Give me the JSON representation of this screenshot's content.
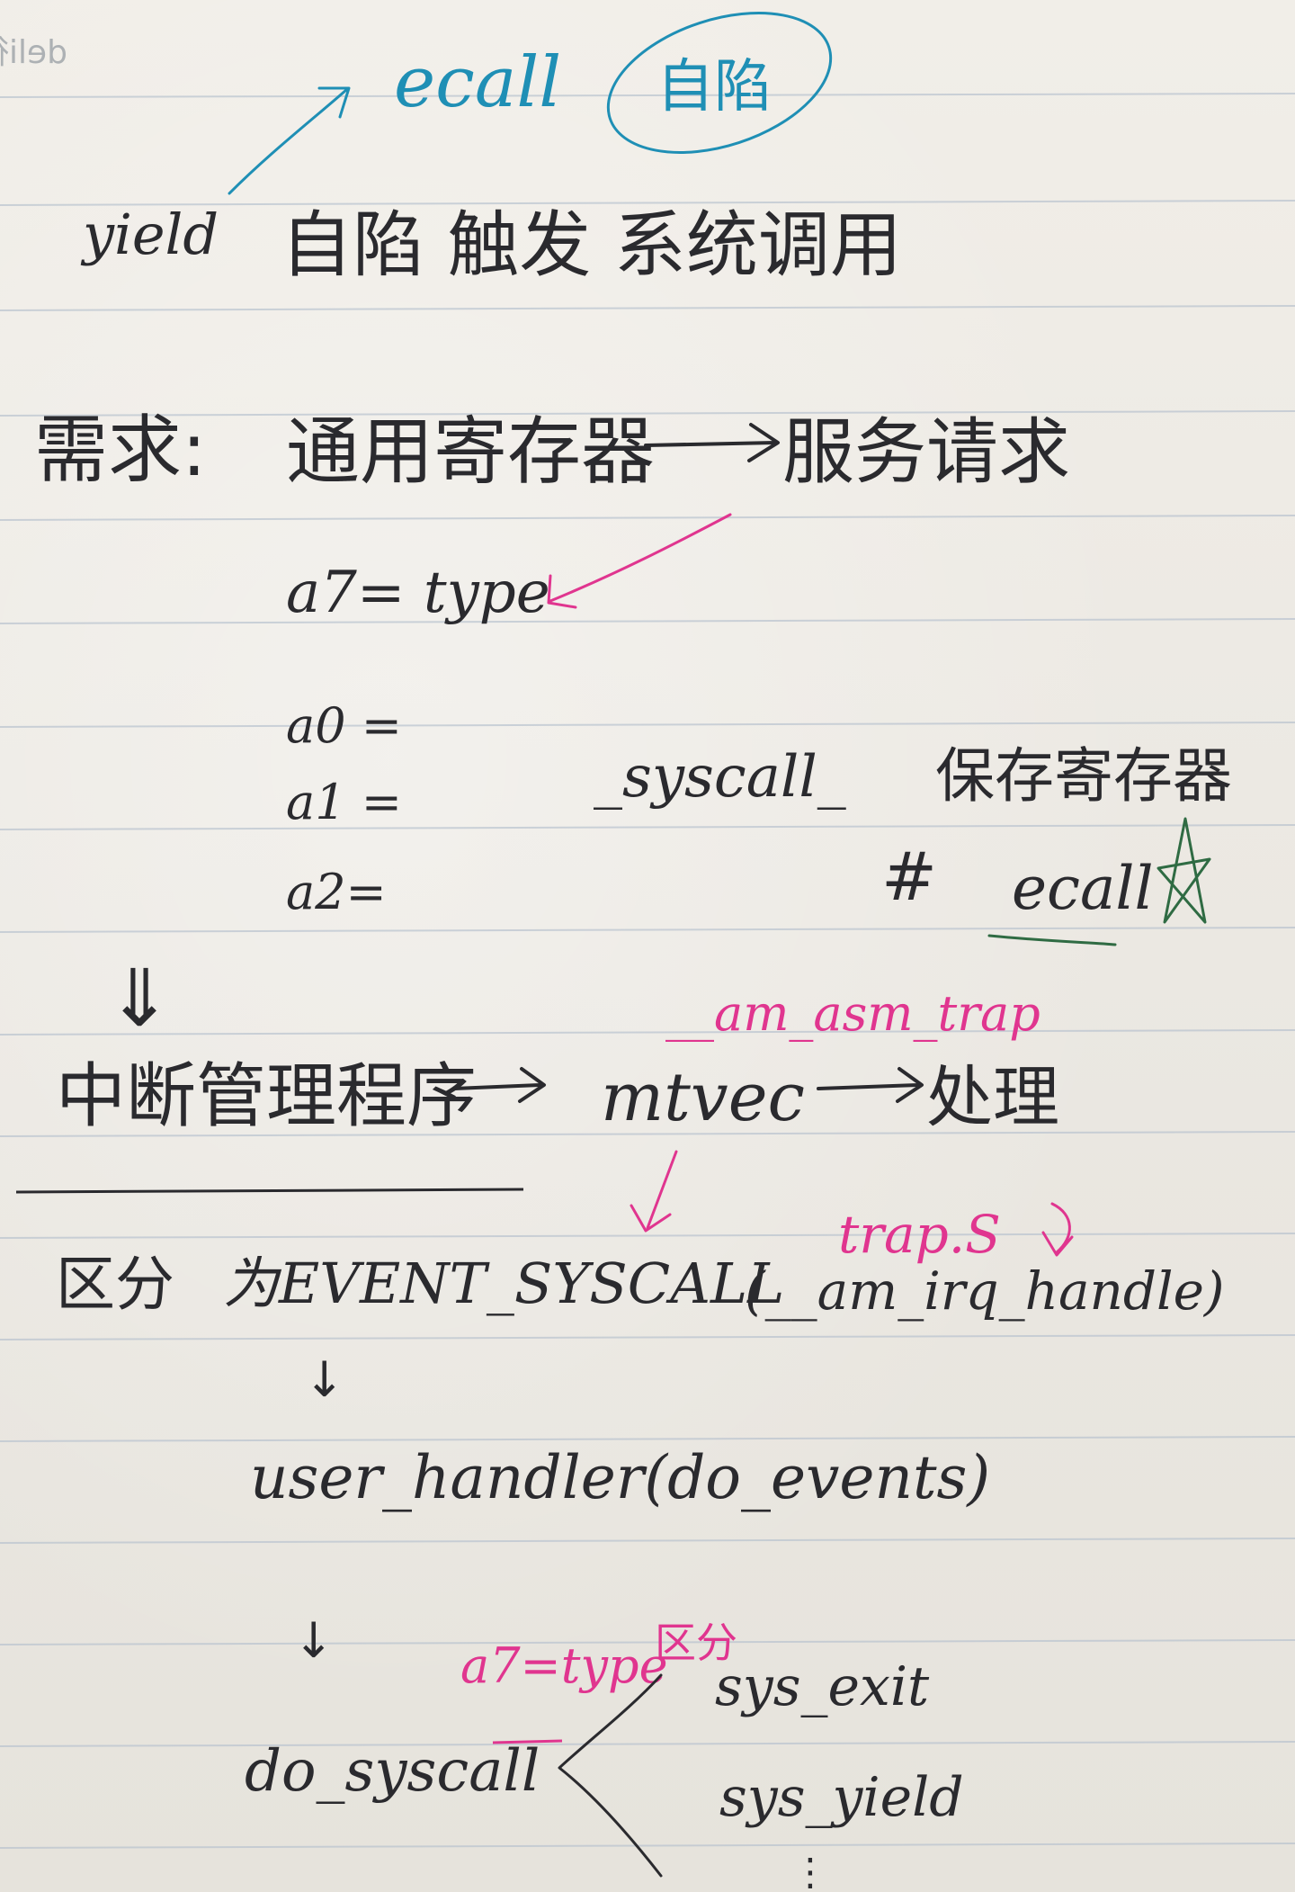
{
  "brand": "deli得力",
  "top": {
    "ecall": "ecall",
    "circle_text": "自陷",
    "yield": "yield",
    "title": "自陷 触发 系统调用"
  },
  "req": {
    "label": "需求:",
    "left": "通用寄存器",
    "right": "服务请求",
    "a7": "a7= type",
    "a0": "a0 =",
    "a1": "a1 =",
    "a2": "a2=",
    "syscall": "_syscall_",
    "save": "保存寄存器",
    "hash": "#",
    "ecall2": "ecall"
  },
  "irq": {
    "down_arrow": "⇓",
    "am_asm_trap": "__am_asm_trap",
    "handler": "中断管理程序",
    "mtvec": "mtvec",
    "process": "处理"
  },
  "dispatch": {
    "label": "区分",
    "event": "为EVENT_SYSCALL",
    "trap_s": "trap.S",
    "irq_handle": "(__am_irq_handle)",
    "user_handler": "user_handler(do_events)",
    "a7type": "a7=type",
    "distinguish": "区分",
    "do_syscall": "do_syscall",
    "sys_exit": "sys_exit",
    "sys_yield": "sys_yield",
    "dots": "⋮"
  },
  "colors": {
    "ink": "#2a2a2e",
    "pink": "#e0358f",
    "blue": "#1f8fb5",
    "green": "#2f6b43",
    "rule": "#b9c3cf"
  }
}
